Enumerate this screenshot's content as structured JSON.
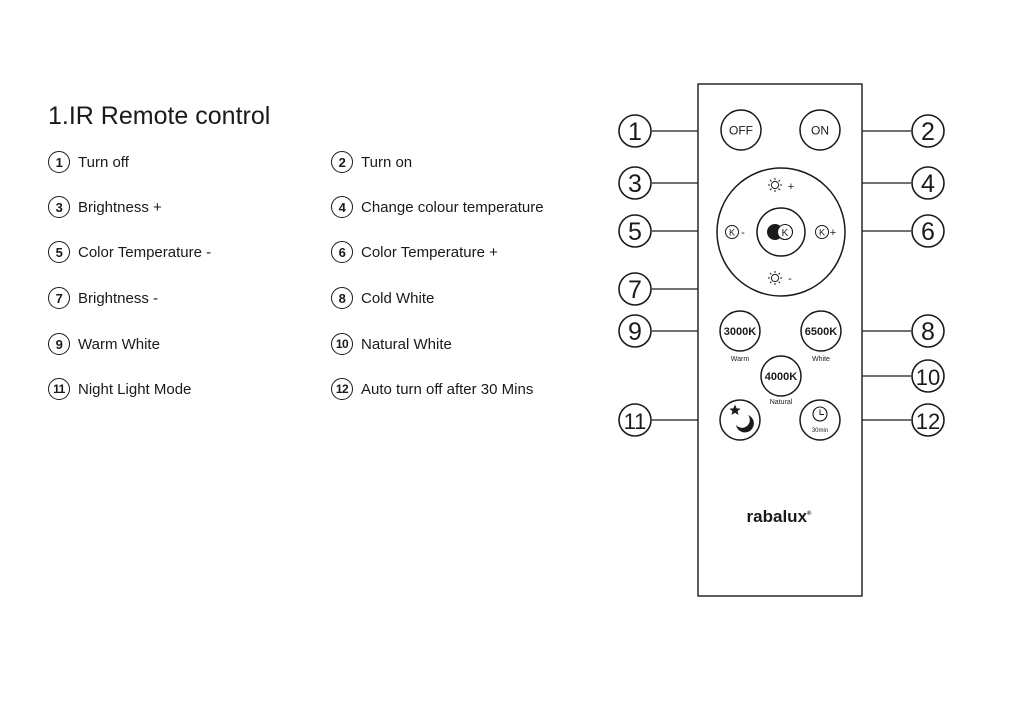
{
  "title": "1.IR Remote control",
  "legend": [
    {
      "num": "1",
      "label": "Turn off"
    },
    {
      "num": "2",
      "label": "Turn on"
    },
    {
      "num": "3",
      "label": "Brightness +"
    },
    {
      "num": "4",
      "label": "Change colour temperature"
    },
    {
      "num": "5",
      "label": "Color Temperature -"
    },
    {
      "num": "6",
      "label": "Color Temperature +"
    },
    {
      "num": "7",
      "label": "Brightness -"
    },
    {
      "num": "8",
      "label": "Cold White"
    },
    {
      "num": "9",
      "label": "Warm White"
    },
    {
      "num": "10",
      "label": "Natural White"
    },
    {
      "num": "11",
      "label": "Night Light Mode"
    },
    {
      "num": "12",
      "label": "Auto turn off after 30 Mins"
    }
  ],
  "remote": {
    "brand": "rabalux",
    "brand_mark": "®",
    "off_label": "OFF",
    "on_label": "ON",
    "brightness_plus_sign": "+",
    "brightness_minus_sign": "-",
    "ct_minus_sign": "-",
    "ct_plus_sign": "+",
    "k_letter": "K",
    "btn_3000_label": "3000K",
    "btn_3000_caption": "Warm",
    "btn_6500_label": "6500K",
    "btn_6500_caption": "White",
    "btn_4000_label": "4000K",
    "btn_4000_caption": "Natural",
    "timer_caption": "30min",
    "callouts": [
      "1",
      "2",
      "3",
      "4",
      "5",
      "6",
      "7",
      "8",
      "9",
      "10",
      "11",
      "12"
    ]
  },
  "colors": {
    "ink": "#1a1a1a",
    "background": "#ffffff"
  }
}
